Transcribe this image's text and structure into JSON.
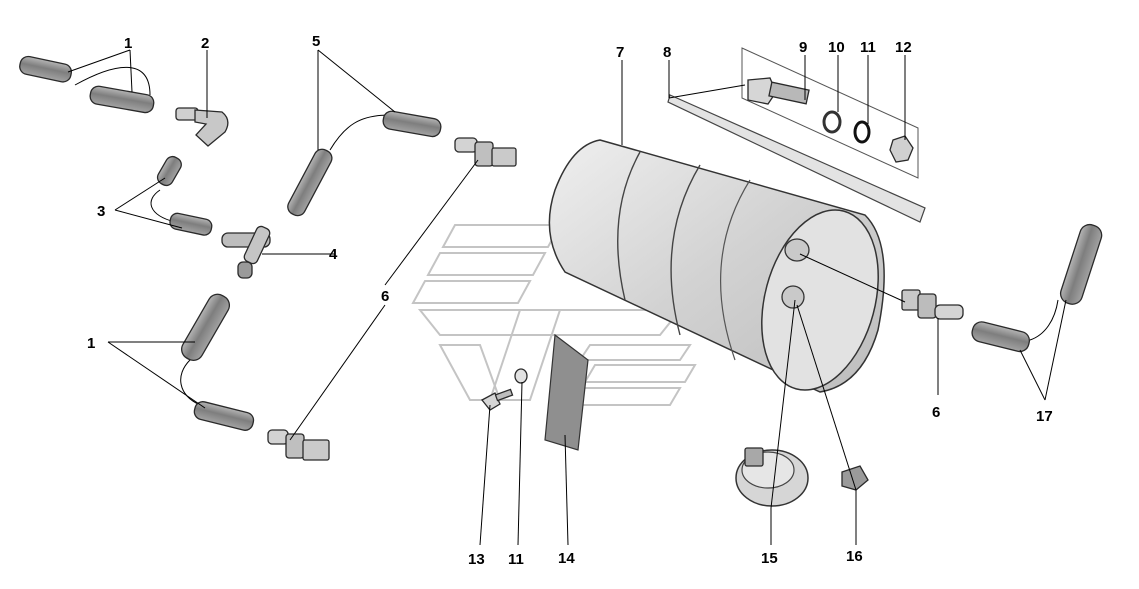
{
  "labels": {
    "l1": "1",
    "l2": "2",
    "l3": "3",
    "l4": "4",
    "l5": "5",
    "l6": "6",
    "l7": "7",
    "l8": "8",
    "l9": "9",
    "l10": "10",
    "l11": "11",
    "l12": "12",
    "l13": "13",
    "l14": "14",
    "l15": "15",
    "l16": "16",
    "l17": "17"
  },
  "colors": {
    "hose": "#8c8c8c",
    "metal": "#cfcfcf",
    "tank": "#d9d9d9",
    "line": "#000000",
    "watermark": "#bdbdbd"
  }
}
